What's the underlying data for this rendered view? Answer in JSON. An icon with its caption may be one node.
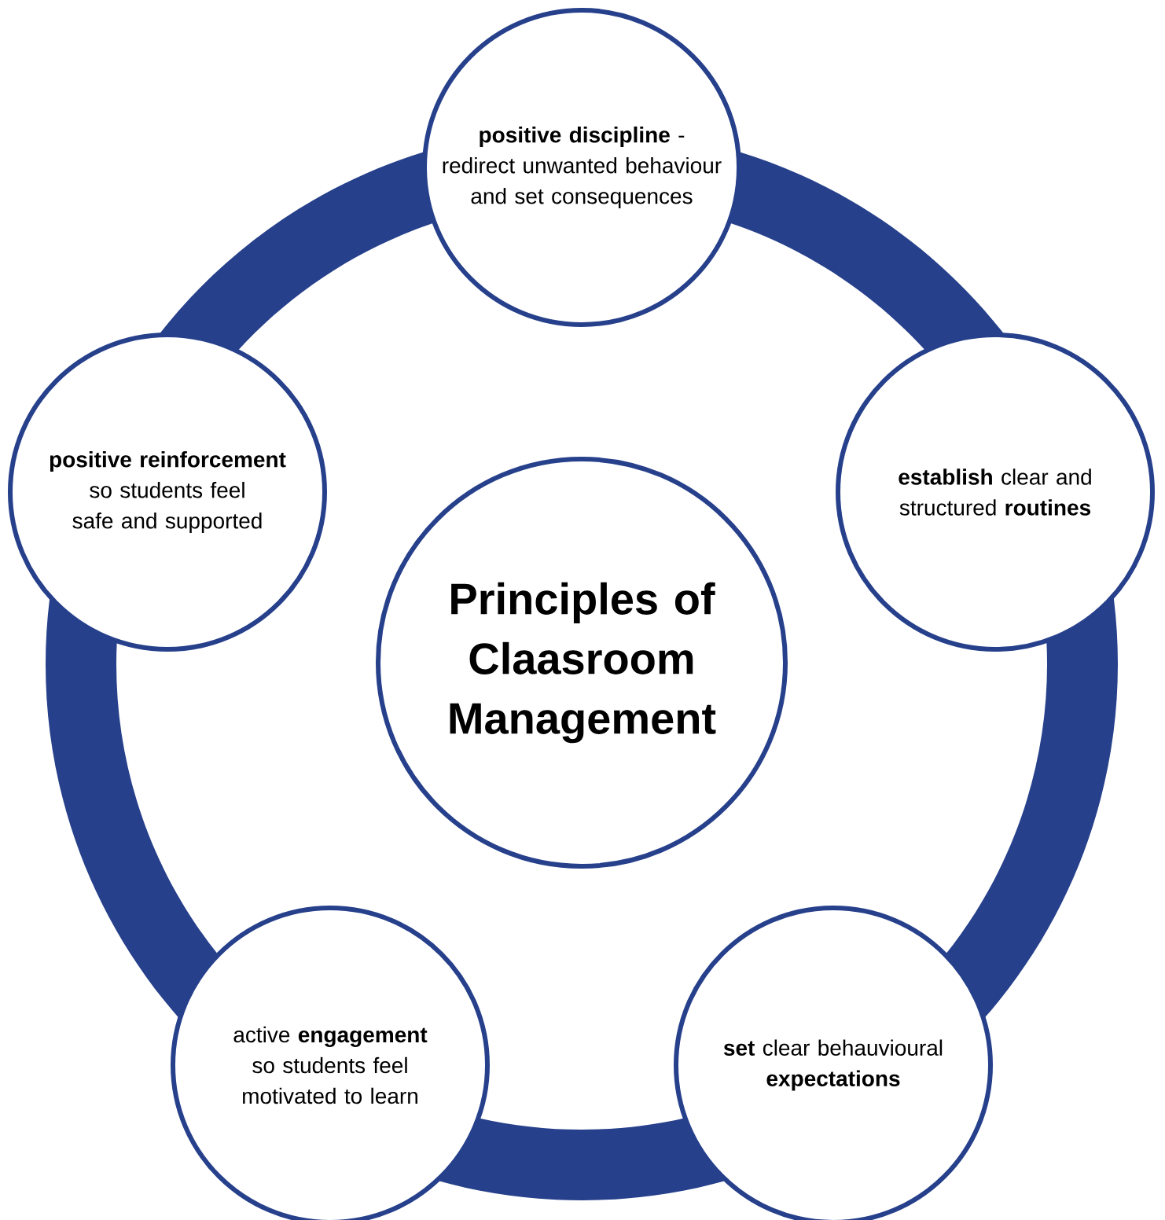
{
  "diagram": {
    "nodes": [
      {
        "text": [
          "Principles of Claasroom Management"
        ]
      },
      {
        "text": [
          "**positive discipline** - redirect unwanted behaviour and set consequences"
        ]
      },
      {
        "text": [
          "**establish** clear and structured **routines**"
        ]
      },
      {
        "text": [
          "**set** clear behauvioural **expectations**"
        ]
      },
      {
        "text": [
          "active **engagement** so students feel motivated to learn"
        ]
      },
      {
        "text": [
          "**positive reinforcement** so students feel safe and supported"
        ]
      }
    ],
    "edges": [
      {
        "from": 1,
        "to": 2,
        "arrow": "none",
        "style": "thick"
      },
      {
        "from": 2,
        "to": 3,
        "arrow": "none",
        "style": "thick"
      },
      {
        "from": 3,
        "to": 4,
        "arrow": "none",
        "style": "thick"
      },
      {
        "from": 4,
        "to": 5,
        "arrow": "none",
        "style": "thick"
      },
      {
        "from": 5,
        "to": 1,
        "arrow": "none",
        "style": "thick"
      }
    ]
  }
}
